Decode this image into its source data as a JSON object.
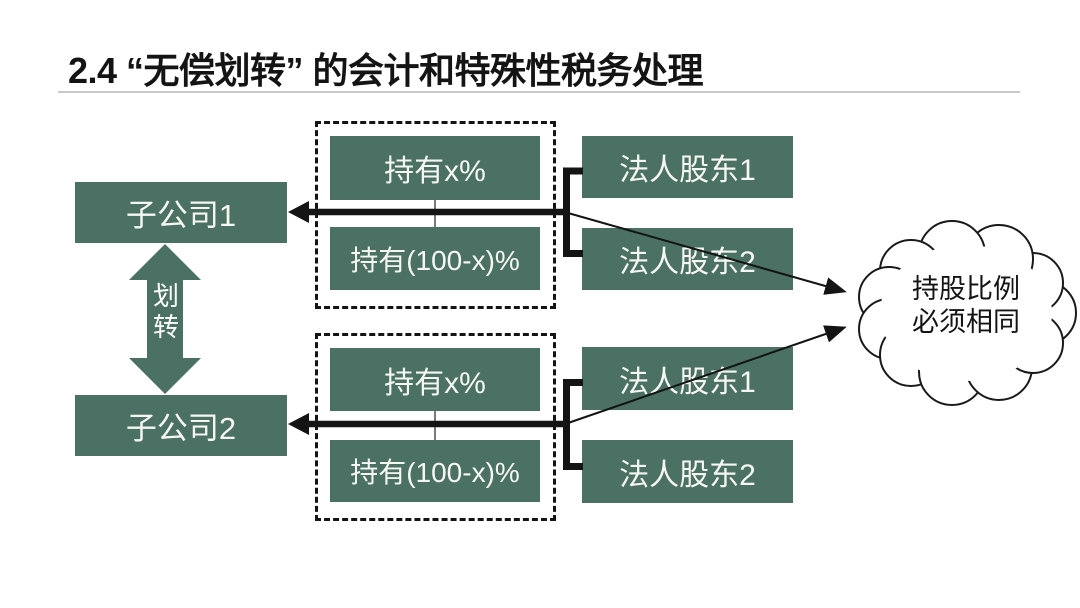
{
  "slide": {
    "title": "2.4 “无偿划转” 的会计和特殊性税务处理"
  },
  "diagram": {
    "subsidiary1": {
      "label": "子公司1"
    },
    "subsidiary2": {
      "label": "子公司2"
    },
    "transfer": {
      "label": "划转"
    },
    "groups": [
      {
        "holding_x": "持有x%",
        "holding_rest": "持有(100-x)%",
        "shareholder1": "法人股东1",
        "shareholder2": "法人股东2"
      },
      {
        "holding_x": "持有x%",
        "holding_rest": "持有(100-x)%",
        "shareholder1": "法人股东1",
        "shareholder2": "法人股东2"
      }
    ],
    "cloud": {
      "line1": "持股比例",
      "line2": "必须相同"
    },
    "colors": {
      "box_green": "#4a7164",
      "ink_black": "#141414",
      "rule_gray": "#c8c8c8",
      "connector_gray": "#7a7a7a",
      "box_text_white": "#f7f7f2"
    }
  }
}
